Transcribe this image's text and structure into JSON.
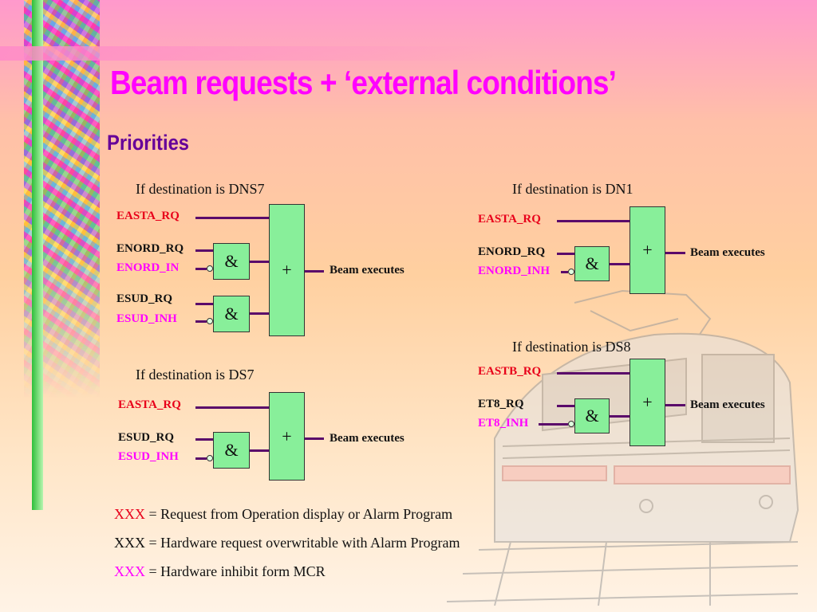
{
  "title": "Beam requests + ‘external conditions’",
  "subtitle": "Priorities",
  "diagrams": {
    "dns7": {
      "heading": "If destination is DNS7",
      "in1": "EASTA_RQ",
      "in2": "ENORD_RQ",
      "in3": "ENORD_IN",
      "in4": "ESUD_RQ",
      "in5": "ESUD_INH",
      "and1": "&",
      "and2": "&",
      "or": "+",
      "output": "Beam executes"
    },
    "dn1": {
      "heading": "If destination is DN1",
      "in1": "EASTA_RQ",
      "in2": "ENORD_RQ",
      "in3": "ENORD_INH",
      "and1": "&",
      "or": "+",
      "output": "Beam executes"
    },
    "ds7": {
      "heading": "If destination is DS7",
      "in1": "EASTA_RQ",
      "in2": "ESUD_RQ",
      "in3": "ESUD_INH",
      "and1": "&",
      "or": "+",
      "output": "Beam executes"
    },
    "ds8": {
      "heading": "If destination is DS8",
      "in1": "EASTB_RQ",
      "in2": "ET8_RQ",
      "in3": "ET8_INH",
      "and1": "&",
      "or": "+",
      "output": "Beam executes"
    }
  },
  "legend": {
    "red": {
      "code": "XXX",
      "text": " = Request from Operation display or Alarm Program"
    },
    "black": {
      "code": "XXX",
      "text": " = Hardware request overwritable with Alarm Program"
    },
    "magenta": {
      "code": "XXX",
      "text": " = Hardware inhibit form MCR"
    }
  },
  "colors": {
    "title": "#ff00ff",
    "subtitle": "#660099",
    "request": "#e8001a",
    "hardware": "#111111",
    "inhibit": "#ff00ff",
    "gate_fill": "#88ef9a",
    "wire": "#5a0a6a"
  }
}
